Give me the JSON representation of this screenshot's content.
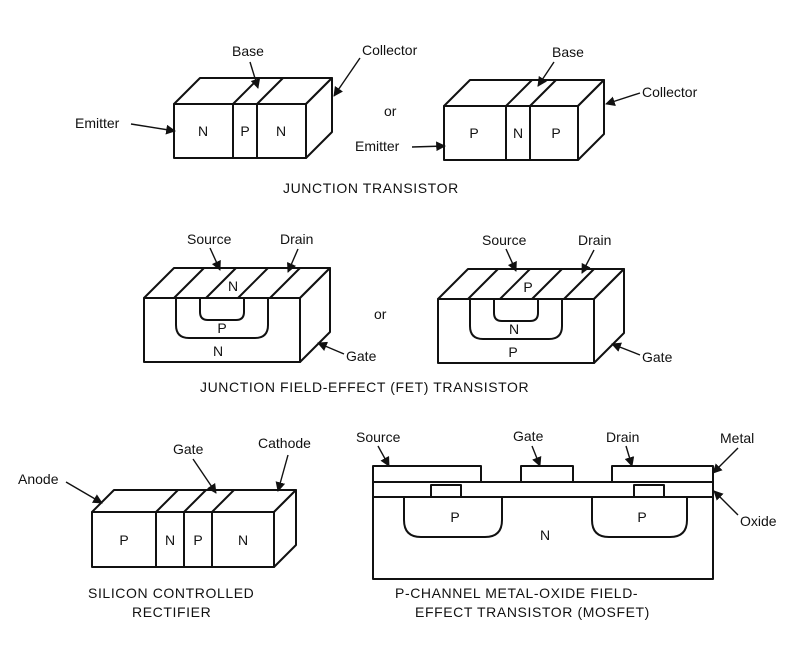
{
  "junction_transistor": {
    "npn": {
      "base": "Base",
      "collector": "Collector",
      "emitter": "Emitter",
      "regions": [
        "N",
        "P",
        "N"
      ]
    },
    "or_text": "or",
    "pnp": {
      "base": "Base",
      "collector": "Collector",
      "emitter": "Emitter",
      "regions": [
        "P",
        "N",
        "P"
      ]
    },
    "caption": "JUNCTION TRANSISTOR"
  },
  "fet": {
    "n_channel": {
      "source": "Source",
      "drain": "Drain",
      "gate": "Gate",
      "top_region": "N",
      "channel": "P",
      "substrate": "N"
    },
    "or_text": "or",
    "p_channel": {
      "source": "Source",
      "drain": "Drain",
      "gate": "Gate",
      "top_region": "P",
      "channel": "N",
      "substrate": "P"
    },
    "caption": "JUNCTION FIELD-EFFECT (FET) TRANSISTOR"
  },
  "scr": {
    "anode": "Anode",
    "gate": "Gate",
    "cathode": "Cathode",
    "regions": [
      "P",
      "N",
      "P",
      "N"
    ],
    "caption_line1": "SILICON CONTROLLED",
    "caption_line2": "RECTIFIER"
  },
  "mosfet": {
    "source": "Source",
    "gate": "Gate",
    "drain": "Drain",
    "metal": "Metal",
    "oxide": "Oxide",
    "left_region": "P",
    "substrate": "N",
    "right_region": "P",
    "caption_line1": "P-CHANNEL METAL-OXIDE FIELD-",
    "caption_line2": "EFFECT TRANSISTOR (MOSFET)"
  }
}
